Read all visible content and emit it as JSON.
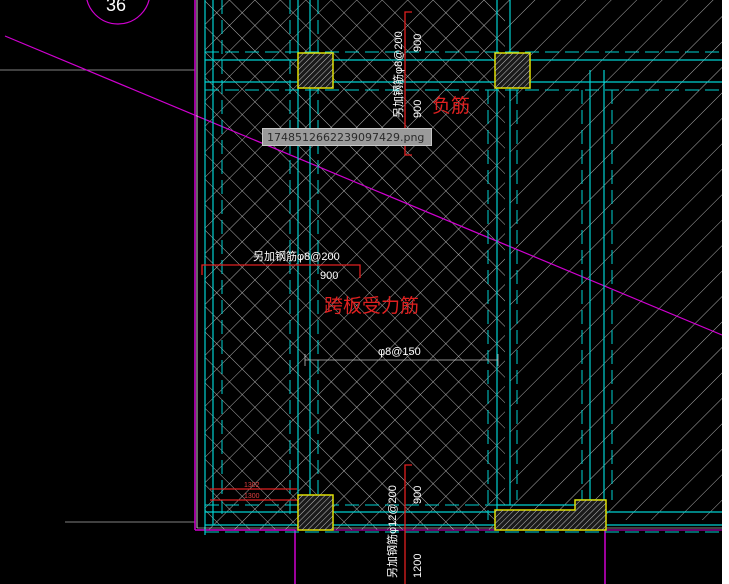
{
  "tooltip": {
    "filename": "1748512662239097429.png"
  },
  "labels": {
    "axis_number": "36",
    "negative_rebar": "负筋",
    "span_rebar": "跨板受力筋",
    "top_rebar_spec": "另加钢筋φ8@200",
    "top_rebar_len_a": "900",
    "top_rebar_len_b": "900",
    "mid_rebar_spec": "另加钢筋φ8@200",
    "mid_rebar_len": "900",
    "slab_rebar_spec": "φ8@150",
    "bottom_rebar_spec": "另加钢筋φ12@200",
    "bottom_rebar_len_a": "900",
    "bottom_rebar_len_b": "1200",
    "small_dim_a": "1302",
    "small_dim_b": "1300"
  },
  "colors": {
    "background": "#000000",
    "cyan": "#00d0d0",
    "yellow": "#e0e000",
    "magenta": "#d000d0",
    "red": "#e02020",
    "white": "#ffffff"
  }
}
